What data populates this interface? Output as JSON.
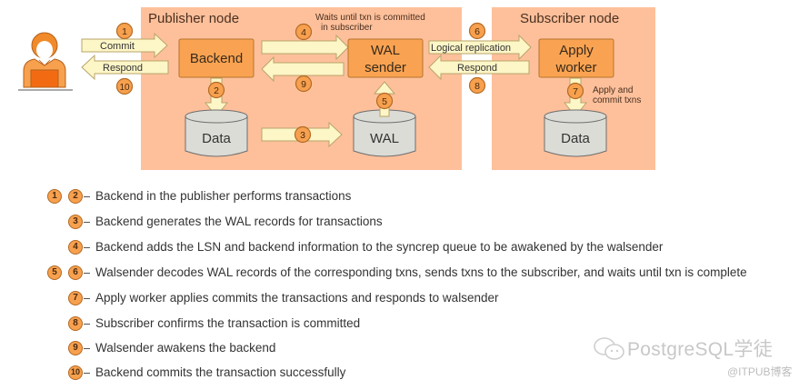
{
  "diagram": {
    "title": "PostgreSQL synchronous logical replication flow",
    "publisher_node": {
      "title": "Publisher node",
      "backend_label": "Backend",
      "wal_sender_label_line1": "WAL",
      "wal_sender_label_line2": "sender",
      "data_label": "Data",
      "wal_label": "WAL",
      "wait_note_line1": "Waits until txn is committed",
      "wait_note_line2": "in subscriber"
    },
    "subscriber_node": {
      "title": "Subscriber node",
      "apply_worker_line1": "Apply",
      "apply_worker_line2": "worker",
      "data_label": "Data",
      "apply_note_line1": "Apply and",
      "apply_note_line2": "commit txns"
    },
    "arrows": {
      "commit_label": "Commit",
      "respond_label": "Respond",
      "logical_replication_label": "Logical replication",
      "respond_sub_label": "Respond"
    },
    "steps": [
      "1",
      "2",
      "3",
      "4",
      "5",
      "6",
      "7",
      "8",
      "9",
      "10"
    ],
    "icons": {
      "user": "user-at-laptop-icon",
      "database": "cylinder-database-icon"
    },
    "colors": {
      "node_bg": "#fdc09b",
      "box_fill": "#f9a352",
      "box_stroke": "#b8732c",
      "arrow_fill": "#fdf6c7",
      "arrow_stroke": "#b9a468",
      "badge_fill": "#f7a04e",
      "badge_stroke": "#b36a24",
      "cylinder_fill": "#dcdcd7",
      "cylinder_stroke": "#6e6e6e",
      "user_orange": "#f08a2a"
    }
  },
  "legend": [
    {
      "badges": [
        "1",
        "2"
      ],
      "text": "Backend in the publisher performs transactions"
    },
    {
      "badges": [
        "3"
      ],
      "text": "Backend generates the WAL records for transactions"
    },
    {
      "badges": [
        "4"
      ],
      "text": "Backend adds the LSN and backend information to the syncrep queue to be awakened by the walsender"
    },
    {
      "badges": [
        "5",
        "6"
      ],
      "text": "Walsender decodes WAL records of the corresponding txns, sends txns to the subscriber, and waits until txn is complete"
    },
    {
      "badges": [
        "7"
      ],
      "text": "Apply worker applies commits the transactions and responds to walsender"
    },
    {
      "badges": [
        "8"
      ],
      "text": "Subscriber confirms the transaction is committed"
    },
    {
      "badges": [
        "9"
      ],
      "text": "Walsender awakens the backend"
    },
    {
      "badges": [
        "10"
      ],
      "text": "Backend commits the transaction successfully"
    }
  ],
  "watermark": {
    "main": "PostgreSQL学徒",
    "sub": "@ITPUB博客",
    "icon": "wechat-icon"
  }
}
